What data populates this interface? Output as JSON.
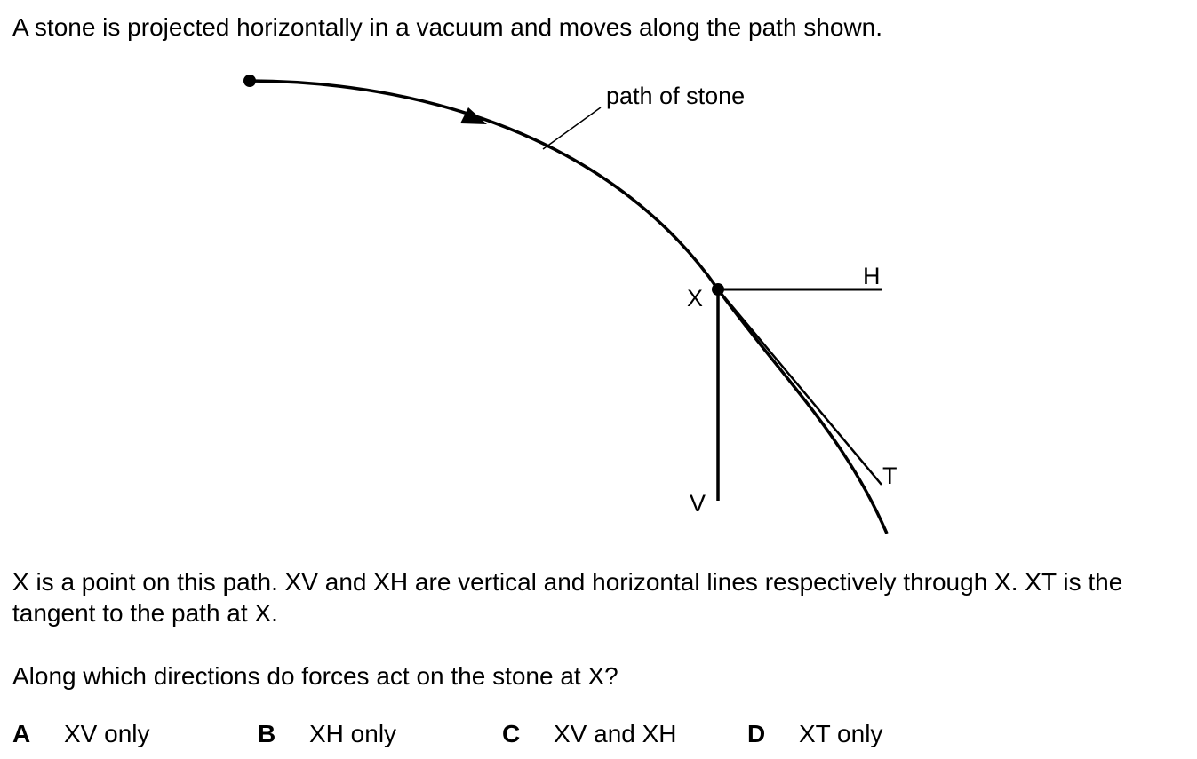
{
  "intro": "A stone is projected horizontally in a vacuum and moves along the path shown.",
  "diagram": {
    "path_label": "path of stone",
    "point_x": "X",
    "point_h": "H",
    "point_v": "V",
    "point_t": "T"
  },
  "description": "X is a point on this path. XV and XH are vertical and horizontal lines respectively through X. XT is the tangent to the path at X.",
  "question": "Along which directions do forces act on the stone at X?",
  "options": [
    {
      "letter": "A",
      "text": "XV only"
    },
    {
      "letter": "B",
      "text": "XH only"
    },
    {
      "letter": "C",
      "text": "XV and XH"
    },
    {
      "letter": "D",
      "text": "XT only"
    }
  ]
}
